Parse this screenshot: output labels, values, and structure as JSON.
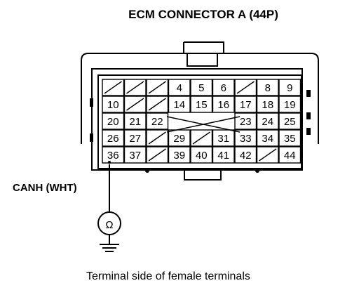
{
  "title": "ECM CONNECTOR A (44P)",
  "wire_label": "CANH (WHT)",
  "caption": "Terminal side of female terminals",
  "meter_symbol": "Ω",
  "rows": [
    [
      "",
      "",
      "",
      "4",
      "5",
      "6",
      "",
      "8",
      "9"
    ],
    [
      "10",
      "",
      "",
      "14",
      "15",
      "16",
      "17",
      "18",
      "19"
    ],
    [
      "20",
      "21",
      "22",
      "",
      "",
      "",
      "23",
      "24",
      "25"
    ],
    [
      "26",
      "27",
      "",
      "29",
      "",
      "31",
      "33",
      "34",
      "35"
    ],
    [
      "36",
      "37",
      "",
      "39",
      "40",
      "41",
      "42",
      "",
      "44"
    ]
  ],
  "icons": [
    "ohmmeter-icon",
    "ground-icon"
  ]
}
